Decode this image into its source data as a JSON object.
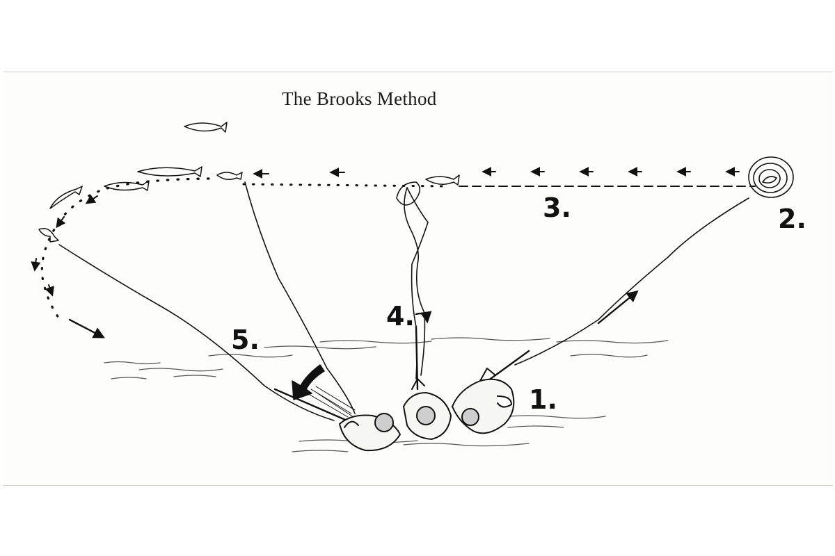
{
  "title": "The Brooks Method",
  "steps": {
    "s1": "1.",
    "s2": "2.",
    "s3": "3.",
    "s4": "4.",
    "s5": "5."
  }
}
